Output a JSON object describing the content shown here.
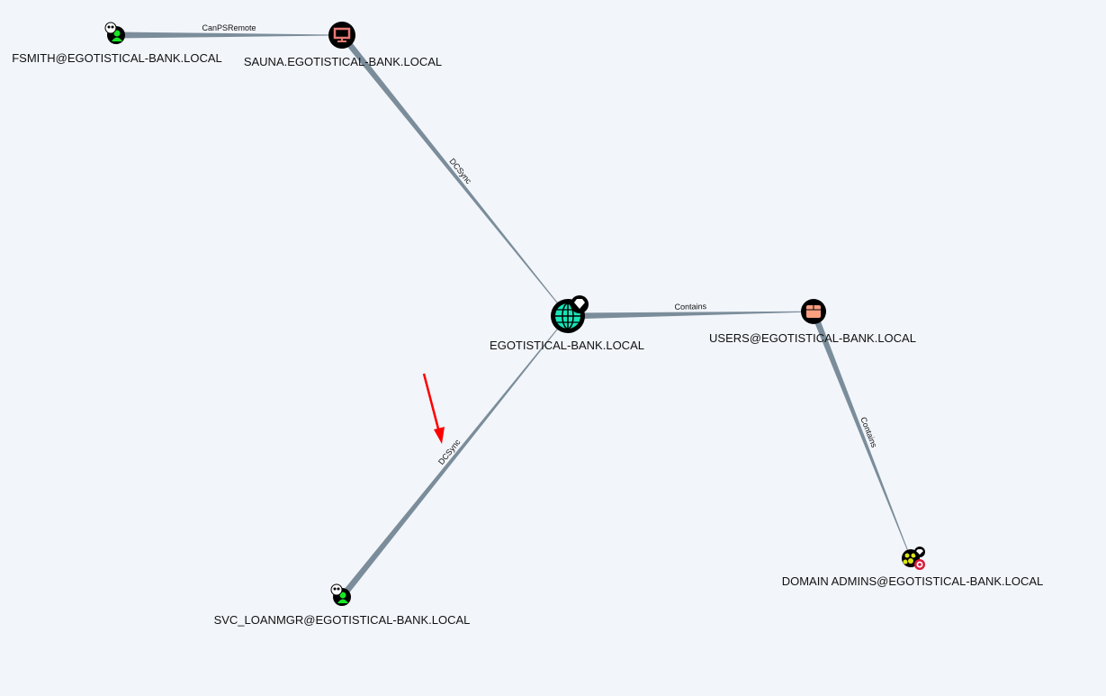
{
  "nodes": [
    {
      "id": "fsmith",
      "label": "FSMITH@EGOTISTICAL-BANK.LOCAL",
      "type": "user",
      "owned": true
    },
    {
      "id": "sauna",
      "label": "SAUNA.EGOTISTICAL-BANK.LOCAL",
      "type": "computer"
    },
    {
      "id": "domain",
      "label": "EGOTISTICAL-BANK.LOCAL",
      "type": "domain",
      "high_value": true
    },
    {
      "id": "users",
      "label": "USERS@EGOTISTICAL-BANK.LOCAL",
      "type": "group"
    },
    {
      "id": "da",
      "label": "DOMAIN ADMINS@EGOTISTICAL-BANK.LOCAL",
      "type": "group",
      "high_value": true,
      "target": true
    },
    {
      "id": "svc",
      "label": "SVC_LOANMGR@EGOTISTICAL-BANK.LOCAL",
      "type": "user",
      "owned": true
    }
  ],
  "edges": [
    {
      "source": "fsmith",
      "target": "sauna",
      "label": "CanPSRemote"
    },
    {
      "source": "sauna",
      "target": "domain",
      "label": "DCSync"
    },
    {
      "source": "svc",
      "target": "domain",
      "label": "DCSync"
    },
    {
      "source": "domain",
      "target": "users",
      "label": "Contains"
    },
    {
      "source": "users",
      "target": "da",
      "label": "Contains"
    }
  ],
  "colors": {
    "edge": "#7b8d9a",
    "user": "#17e625",
    "computer": "#e67873",
    "domain": "#17e6b9",
    "group": "#fa9f7f",
    "admin_group": "#dbe617",
    "annotation_arrow": "#ff0000"
  }
}
